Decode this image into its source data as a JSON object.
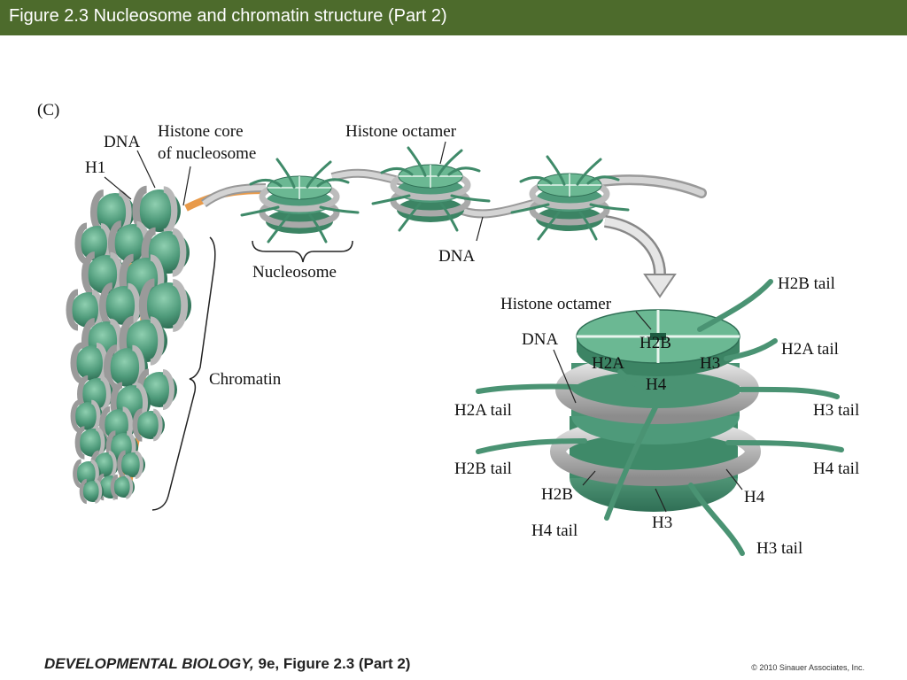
{
  "header": {
    "title": "Figure 2.3  Nucleosome and chromatin structure (Part 2)"
  },
  "figure": {
    "panel": "(C)",
    "labels": {
      "dna_top": "DNA",
      "histone_core_1": "Histone core",
      "histone_core_2": "of nucleosome",
      "h1": "H1",
      "histone_octamer_top": "Histone octamer",
      "nucleosome": "Nucleosome",
      "dna_mid": "DNA",
      "chromatin": "Chromatin",
      "histone_octamer": "Histone octamer",
      "h2b_tail_top": "H2B tail",
      "dna_detail": "DNA",
      "h2a_tail_right": "H2A tail",
      "h2a_tail_left": "H2A tail",
      "h3_tail_right": "H3 tail",
      "h2b_tail_left": "H2B tail",
      "h4_tail_right": "H4 tail",
      "h2b_bottom": "H2B",
      "h4_bottom": "H4",
      "h3_bottom": "H3",
      "h4_tail_bottom": "H4 tail",
      "h3_tail_bottom": "H3 tail",
      "core_h2b": "H2B",
      "core_h2a": "H2A",
      "core_h3": "H3",
      "core_h4": "H4"
    }
  },
  "footer": {
    "book": "DEVELOPMENTAL BIOLOGY,",
    "edition": " 9e, Figure 2.3 (Part 2)",
    "copyright": "© 2010 Sinauer Associates, Inc."
  },
  "colors": {
    "title_bar": "#4d6b2c",
    "histone_green": "#4e9a7a",
    "histone_dark": "#2f6f55",
    "dna_gray": "#b8b8b8",
    "linker_orange": "#e89a4a"
  }
}
